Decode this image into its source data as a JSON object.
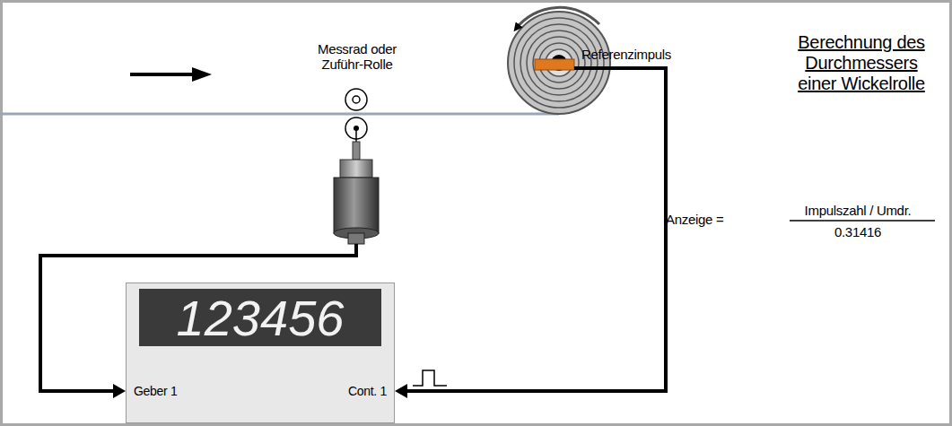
{
  "diagram": {
    "title": "Berechnung des Durchmessers einer Wickelrolle",
    "nodes": [
      {
        "text": [
          "Geber 1",
          "Cont. 1"
        ]
      },
      {
        "text": [
          "123456"
        ],
        "in": 0
      }
    ],
    "labels": [
      "Messrad oder Zuführ-Rolle",
      "Referenzimpuls",
      "Anzeige =",
      "Impulszahl / Umdr.",
      "0.31416"
    ]
  }
}
